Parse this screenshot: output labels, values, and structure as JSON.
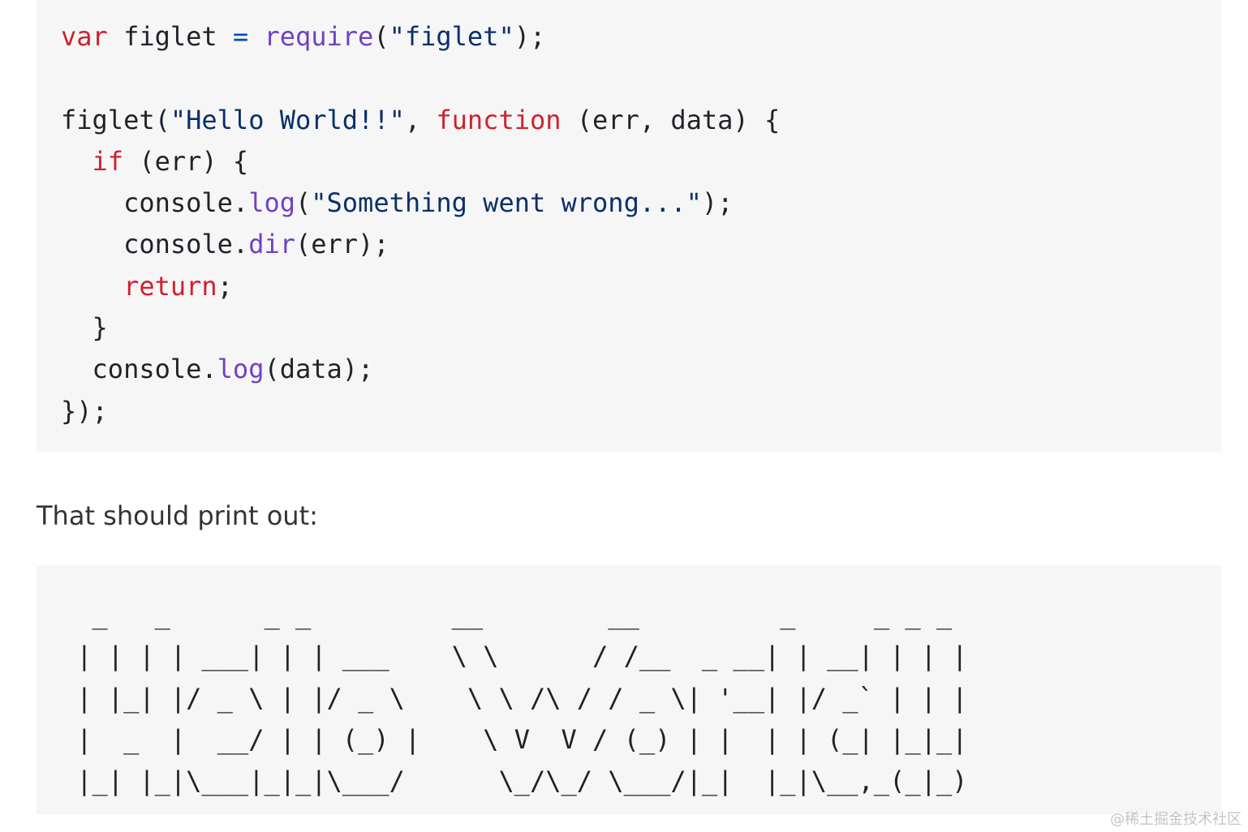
{
  "code_block_1": {
    "lines": [
      [
        {
          "t": "var",
          "c": "kw"
        },
        {
          "t": " figlet ",
          "c": ""
        },
        {
          "t": "=",
          "c": "op"
        },
        {
          "t": " ",
          "c": ""
        },
        {
          "t": "require",
          "c": "fn"
        },
        {
          "t": "(",
          "c": ""
        },
        {
          "t": "\"figlet\"",
          "c": "str"
        },
        {
          "t": ");",
          "c": ""
        }
      ],
      [],
      [
        {
          "t": "figlet(",
          "c": ""
        },
        {
          "t": "\"Hello World!!\"",
          "c": "str"
        },
        {
          "t": ", ",
          "c": ""
        },
        {
          "t": "function",
          "c": "kw"
        },
        {
          "t": " (err, data) {",
          "c": ""
        }
      ],
      [
        {
          "t": "  ",
          "c": ""
        },
        {
          "t": "if",
          "c": "kw"
        },
        {
          "t": " (err) {",
          "c": ""
        }
      ],
      [
        {
          "t": "    console.",
          "c": ""
        },
        {
          "t": "log",
          "c": "fn"
        },
        {
          "t": "(",
          "c": ""
        },
        {
          "t": "\"Something went wrong...\"",
          "c": "str"
        },
        {
          "t": ");",
          "c": ""
        }
      ],
      [
        {
          "t": "    console.",
          "c": ""
        },
        {
          "t": "dir",
          "c": "fn"
        },
        {
          "t": "(err);",
          "c": ""
        }
      ],
      [
        {
          "t": "    ",
          "c": ""
        },
        {
          "t": "return",
          "c": "kw"
        },
        {
          "t": ";",
          "c": ""
        }
      ],
      [
        {
          "t": "  }",
          "c": ""
        }
      ],
      [
        {
          "t": "  console.",
          "c": ""
        },
        {
          "t": "log",
          "c": "fn"
        },
        {
          "t": "(data);",
          "c": ""
        }
      ],
      [
        {
          "t": "});",
          "c": ""
        }
      ]
    ]
  },
  "paragraph": {
    "text": "That should print out:"
  },
  "code_block_2": {
    "text": "  _   _      _ _         __        __         _     _ _ _ \n | | | | ___| | | ___    \\ \\      / /__  _ __| | __| | | |\n | |_| |/ _ \\ | |/ _ \\    \\ \\ /\\ / / _ \\| '__| |/ _` | | |\n |  _  |  __/ | | (_) |    \\ V  V / (_) | |  | | (_| |_|_|\n |_| |_|\\___|_|_|\\___/      \\_/\\_/ \\___/|_|  |_|\\__,_(_|_)"
  },
  "watermark": {
    "text": "@稀土掘金技术社区"
  }
}
